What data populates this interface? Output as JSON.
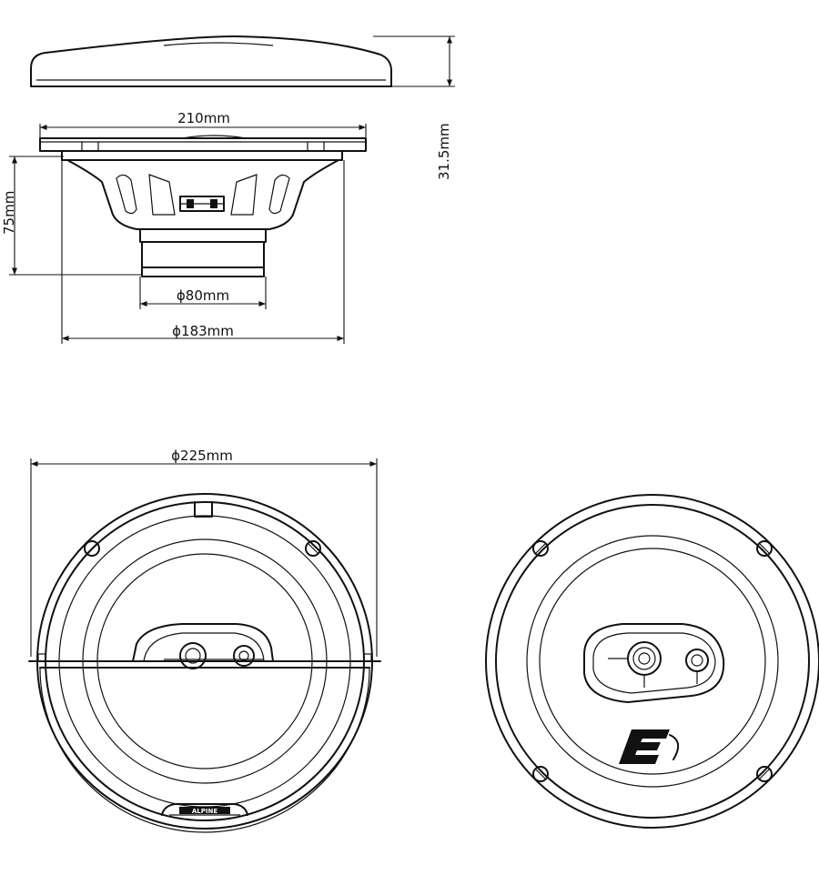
{
  "dimensions": {
    "mounting_depth": "31.5mm",
    "frame_width": "210mm",
    "total_depth": "75mm",
    "magnet_diameter": "ϕ80mm",
    "basket_diameter": "ϕ183mm",
    "grille_diameter": "ϕ225mm"
  },
  "brand": {
    "grille_logo": "ALPINE",
    "cone_logo": "E"
  }
}
